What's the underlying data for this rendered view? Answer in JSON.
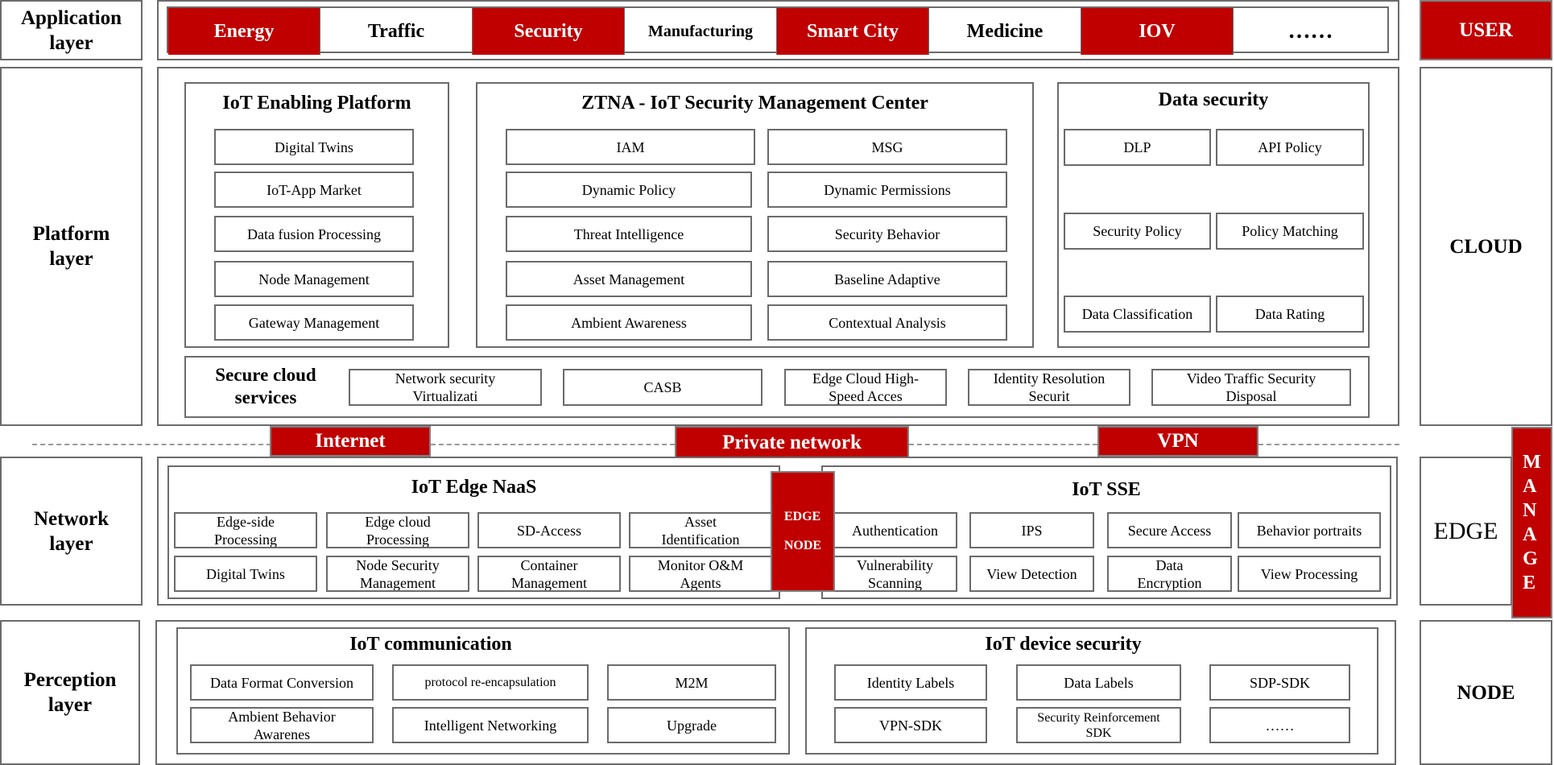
{
  "layers": {
    "application": "Application\nlayer",
    "platform": "Platform\nlayer",
    "network": "Network\nlayer",
    "perception": "Perception\nlayer"
  },
  "application_items": [
    "Energy",
    "Traffic",
    "Security",
    "Manufacturing",
    "Smart City",
    "Medicine",
    "IOV",
    "……"
  ],
  "right_side": {
    "user": "USER",
    "cloud": "CLOUD",
    "edge": "EDGE",
    "node": "NODE",
    "manage": "M\nA\nN\nA\nG\nE"
  },
  "platform": {
    "enabling": {
      "title": "IoT Enabling Platform",
      "items": [
        "Digital Twins",
        "IoT-App Market",
        "Data fusion Processing",
        "Node Management",
        "Gateway Management"
      ]
    },
    "ztna": {
      "title": "ZTNA - IoT Security Management Center",
      "left": [
        "IAM",
        "Dynamic Policy",
        "Threat Intelligence",
        "Asset Management",
        "Ambient Awareness"
      ],
      "right": [
        "MSG",
        "Dynamic Permissions",
        "Security Behavior",
        "Baseline Adaptive",
        "Contextual Analysis"
      ]
    },
    "data_security": {
      "title": "Data security",
      "items": [
        "DLP",
        "API Policy",
        "Security Policy",
        "Policy Matching",
        "Data Classification",
        "Data Rating"
      ]
    },
    "secure_cloud": {
      "title": "Secure cloud\nservices",
      "items": [
        "Network security\nVirtualizati",
        "CASB",
        "Edge Cloud High-\nSpeed Acces",
        "Identity Resolution\nSecurit",
        "Video Traffic Security\nDisposal"
      ]
    }
  },
  "connections": {
    "internet": "Internet",
    "private": "Private network",
    "vpn": "VPN"
  },
  "network": {
    "naas": {
      "title": "IoT Edge NaaS",
      "items": [
        "Edge-side\nProcessing",
        "Edge cloud\nProcessing",
        "SD-Access",
        "Asset\nIdentification",
        "Digital Twins",
        "Node Security\nManagement",
        "Container\nManagement",
        "Monitor O&M\nAgents"
      ]
    },
    "edge_node": "EDGE\n\nNODE",
    "sse": {
      "title": "IoT SSE",
      "items": [
        "Authentication",
        "IPS",
        "Secure Access",
        "Behavior portraits",
        "Vulnerability\nScanning",
        "View Detection",
        "Data\nEncryption",
        "View Processing"
      ]
    }
  },
  "perception": {
    "communication": {
      "title": "IoT communication",
      "items": [
        "Data Format Conversion",
        "protocol re-encapsulation",
        "M2M",
        "Ambient Behavior\nAwarenes",
        "Intelligent Networking",
        "Upgrade"
      ]
    },
    "device_security": {
      "title": "IoT device security",
      "items": [
        "Identity Labels",
        "Data Labels",
        "SDP-SDK",
        "VPN-SDK",
        "Security Reinforcement\nSDK",
        "……"
      ]
    }
  },
  "colors": {
    "accent": "#c00000",
    "border": "#6b6b6b"
  }
}
